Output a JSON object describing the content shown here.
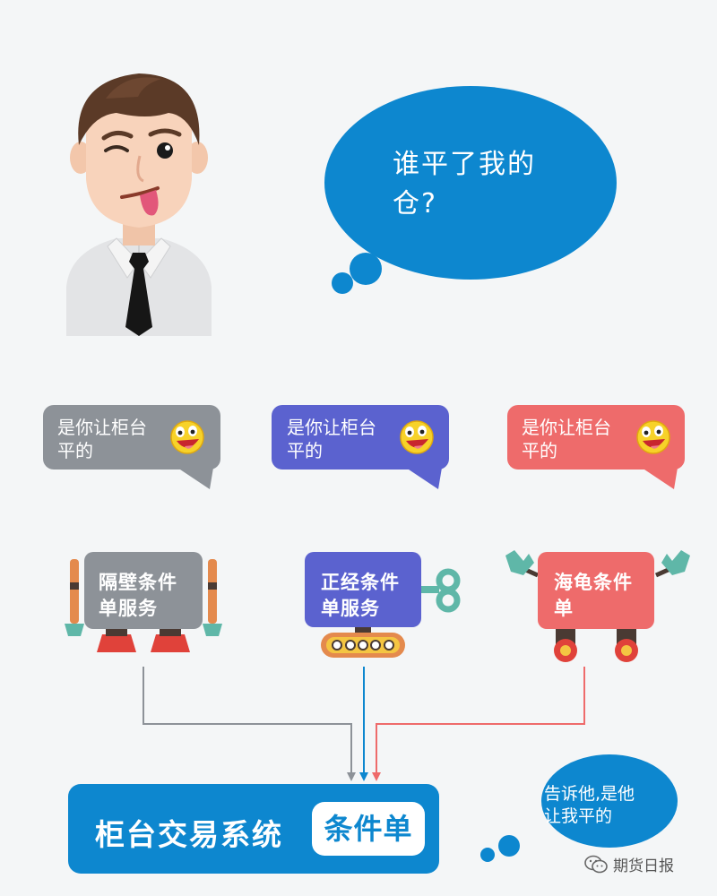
{
  "speech": {
    "line1": "谁平了我的",
    "line2": "仓?"
  },
  "callouts": [
    {
      "line1": "是你让柜台",
      "line2": "平的",
      "color": "#8d9298"
    },
    {
      "line1": "是你让柜台",
      "line2": "平的",
      "color": "#5b62cf"
    },
    {
      "line1": "是你让柜台",
      "line2": "平的",
      "color": "#ee6b6b"
    }
  ],
  "robots": [
    {
      "line1": "隔壁条件",
      "line2": "单服务",
      "color": "#8d9298"
    },
    {
      "line1": "正经条件",
      "line2": "单服务",
      "color": "#5b62cf"
    },
    {
      "line1": "海龟条件",
      "line2": "单",
      "color": "#ee6b6b"
    }
  ],
  "system": {
    "title": "柜台交易系统",
    "badge": "条件单",
    "color": "#0d87cf"
  },
  "answer": {
    "line1": "告诉他,是他",
    "line2": "让我平的"
  },
  "watermark": {
    "icon": "wechat-icon",
    "text": "期货日报"
  }
}
